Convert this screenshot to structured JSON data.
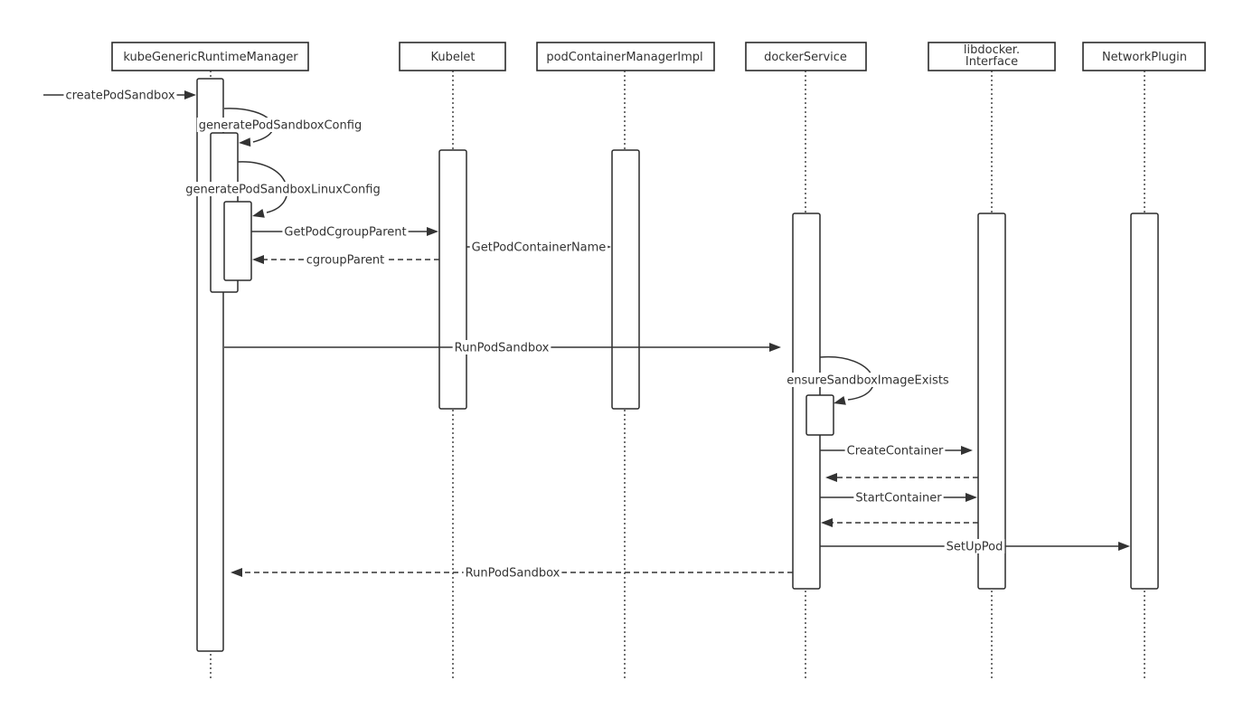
{
  "participants": [
    {
      "id": "kgrm",
      "lines": [
        "kubeGenericRuntimeManager"
      ]
    },
    {
      "id": "kubelet",
      "lines": [
        "Kubelet"
      ]
    },
    {
      "id": "pcmi",
      "lines": [
        "podContainerManagerImpl"
      ]
    },
    {
      "id": "docker",
      "lines": [
        "dockerService"
      ]
    },
    {
      "id": "libdocker",
      "lines": [
        "libdocker.",
        "Interface"
      ]
    },
    {
      "id": "network",
      "lines": [
        "NetworkPlugin"
      ]
    }
  ],
  "messages": [
    {
      "id": "m1",
      "label": "createPodSandbox",
      "kind": "call"
    },
    {
      "id": "m2",
      "label": "generatePodSandboxConfig",
      "kind": "self"
    },
    {
      "id": "m3",
      "label": "generatePodSandboxLinuxConfig",
      "kind": "self"
    },
    {
      "id": "m4",
      "label": "GetPodCgroupParent",
      "kind": "call"
    },
    {
      "id": "m5",
      "label": "GetPodContainerName",
      "kind": "call"
    },
    {
      "id": "m6",
      "label": "cgroupParent",
      "kind": "return"
    },
    {
      "id": "m7",
      "label": "RunPodSandbox",
      "kind": "call"
    },
    {
      "id": "m8",
      "label": "ensureSandboxImageExists",
      "kind": "self"
    },
    {
      "id": "m9",
      "label": "CreateContainer",
      "kind": "call"
    },
    {
      "id": "m10",
      "label": "",
      "kind": "return"
    },
    {
      "id": "m11",
      "label": "StartContainer",
      "kind": "call"
    },
    {
      "id": "m12",
      "label": "",
      "kind": "return"
    },
    {
      "id": "m13",
      "label": "SetUpPod",
      "kind": "call"
    },
    {
      "id": "m14",
      "label": "RunPodSandbox",
      "kind": "return"
    }
  ]
}
